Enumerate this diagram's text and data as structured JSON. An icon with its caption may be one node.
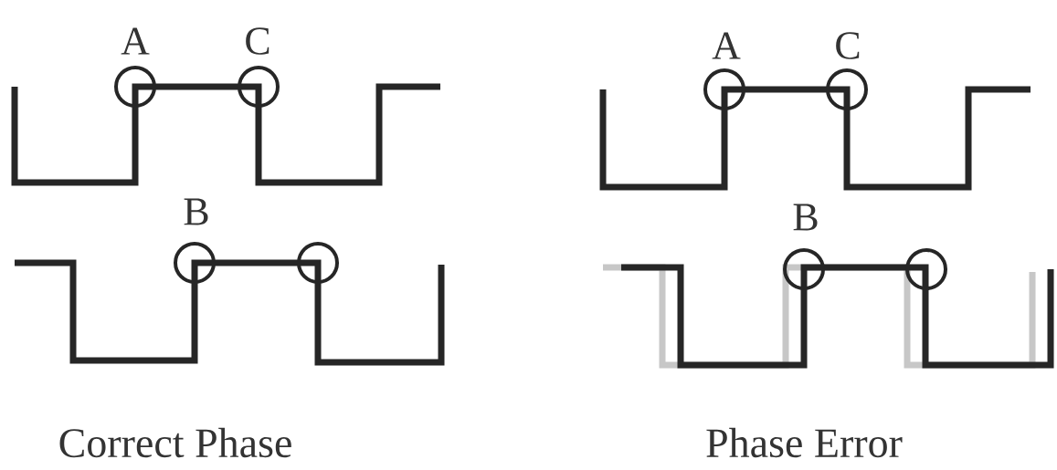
{
  "diagram": {
    "labels": [
      "A",
      "C",
      "A",
      "C",
      "B",
      "B",
      "Correct Phase",
      "Phase Error"
    ]
  }
}
